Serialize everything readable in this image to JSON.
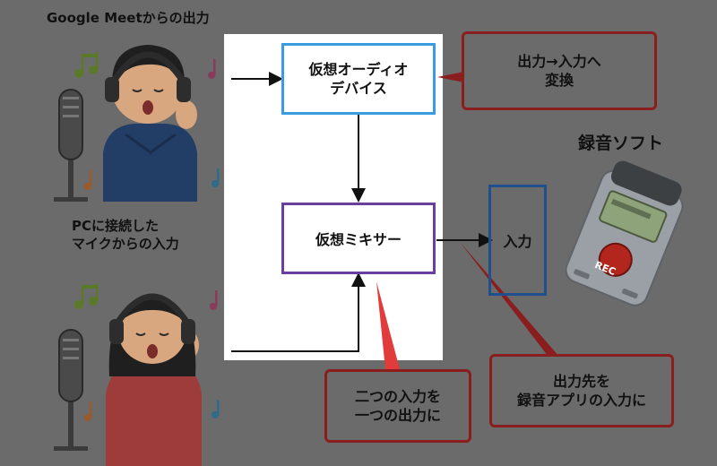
{
  "labels": {
    "meet_output": "Google Meetからの出力",
    "pc_mic_input": "PCに接続した\nマイクからの入力",
    "recorder_title": "録音ソフト",
    "rec_badge": "REC"
  },
  "nodes": {
    "virtual_audio_device": "仮想オーディオ\nデバイス",
    "virtual_mixer": "仮想ミキサー",
    "input": "入力"
  },
  "callouts": {
    "output_to_input": "出力→入力へ\n変換",
    "two_to_one": "二つの入力を\n一つの出力に",
    "dest_to_recorder": "出力先を\n録音アプリの入力に"
  },
  "colors": {
    "background": "#6b6b6b",
    "device_border": "#3a9be0",
    "mixer_border": "#6a3fa0",
    "input_border": "#1f4f8c",
    "callout_border": "#8a1d1d",
    "pointer_red": "#e23b3b"
  },
  "icons": [
    "male-singer-with-headphones",
    "female-singer-with-headphones",
    "microphone-icon",
    "music-note-icon",
    "voice-recorder-icon"
  ]
}
